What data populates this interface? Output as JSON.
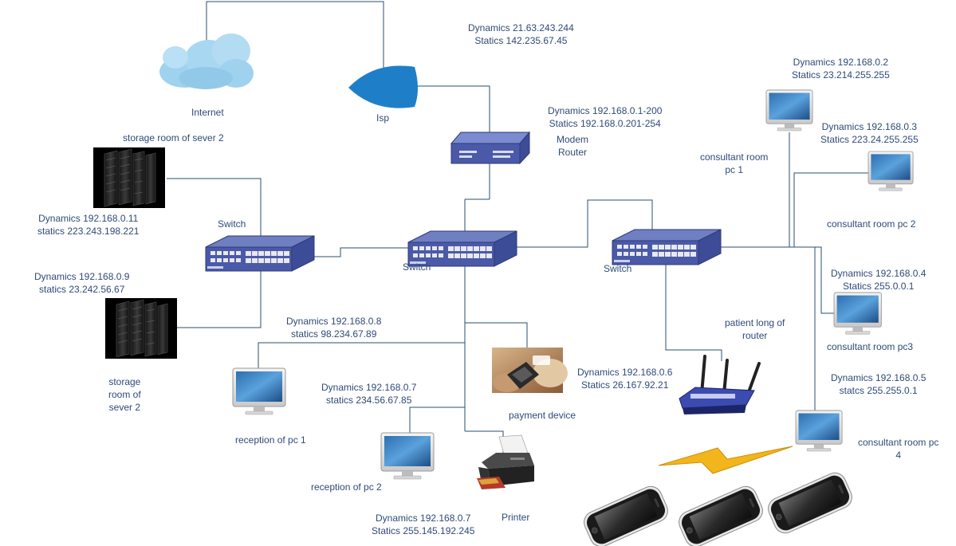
{
  "labels": {
    "internet": "Internet",
    "isp": "Isp",
    "isp_addr": {
      "dyn": "Dynamics 21.63.243.244",
      "stat": "Statics 142.235.67.45"
    },
    "router_addr": {
      "dyn": "Dynamics 192.168.0.1-200",
      "stat": "Statics 192.168.0.201-254"
    },
    "modem_router": {
      "line1": "Modem",
      "line2": "Router"
    },
    "storage_room_top": "storage room of sever 2",
    "server1_addr": {
      "dyn": "Dynamics 192.168.0.11",
      "stat": "statics 223.243.198.221"
    },
    "server2_addr": {
      "dyn": "Dynamics 192.168.0.9",
      "stat": "statics 23.242.56.67"
    },
    "storage_room_bottom": {
      "line1": "storage",
      "line2": "room of",
      "line3": "sever 2"
    },
    "switch_left": "Switch",
    "switch_center": "Switch",
    "switch_right": "Switch",
    "reception_pc1_addr": {
      "dyn": "Dynamics 192.168.0.8",
      "stat": "statics 98.234.67.89"
    },
    "reception_pc1": "reception of pc 1",
    "reception_pc2_addr": {
      "dyn": "Dynamics 192.168.0.7",
      "stat": "statics 234.56.67.85"
    },
    "reception_pc2": "reception of pc 2",
    "payment_device": "payment device",
    "printer": "Printer",
    "printer_addr": {
      "dyn": "Dynamics 192.168.0.7",
      "stat": "Statics 255.145.192.245"
    },
    "wireless_router_addr": {
      "dyn": "Dynamics 192.168.0.6",
      "stat": "Statics 26.167.92.21"
    },
    "patient_router": {
      "line1": "patient long of",
      "line2": "router"
    },
    "consultant_pc1_addr": {
      "dyn": "Dynamics 192.168.0.2",
      "stat": "Statics 23.214.255.255"
    },
    "consultant_pc1": {
      "line1": "consultant room",
      "line2": "pc 1"
    },
    "consultant_pc2_addr": {
      "dyn": "Dynamics 192.168.0.3",
      "stat": "Statics 223.24.255.255"
    },
    "consultant_pc2": "consultant room pc 2",
    "consultant_pc3_addr": {
      "dyn": "Dynamics 192.168.0.4",
      "stat": "Statics 255.0.0.1"
    },
    "consultant_pc3": "consultant room pc3",
    "consultant_pc4_addr": {
      "dyn": "Dynamics 192.168.0.5",
      "stat": "statcs 255.255.0.1"
    },
    "consultant_pc4": {
      "line1": "consultant room pc",
      "line2": "4"
    }
  },
  "colors": {
    "text": "#2f4a78",
    "wire": "#2a4f6e",
    "switch_blue": "#3c4e9a",
    "cloud": "#9fd2ee",
    "isp_shape": "#1e7fc8",
    "bolt": "#f2b51c"
  },
  "icons": [
    "cloud-icon",
    "isp-icon",
    "modem-router-icon",
    "switch-icon",
    "server-rack-icon",
    "monitor-icon",
    "printer-icon",
    "payment-terminal-icon",
    "wireless-router-icon",
    "lightning-icon",
    "smartphone-icon"
  ]
}
